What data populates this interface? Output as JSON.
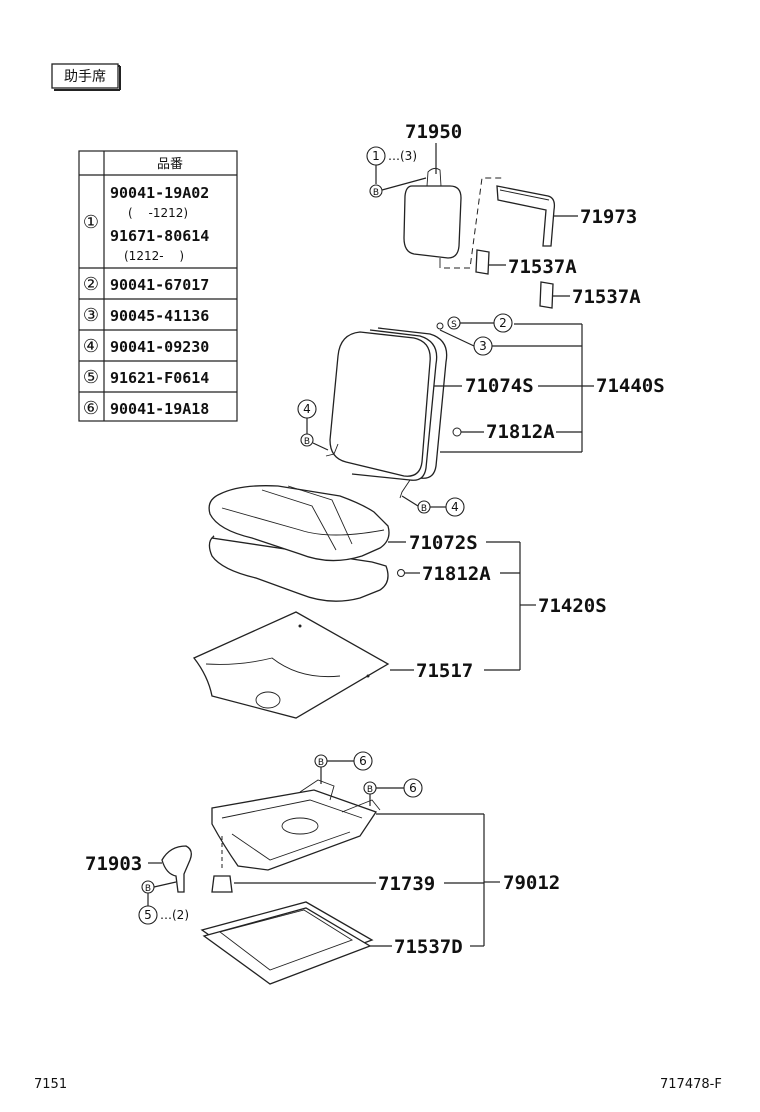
{
  "header": {
    "position_label": "助手席"
  },
  "table": {
    "header": "品番",
    "rows": [
      {
        "key": "①",
        "lines": [
          "90041-19A02",
          "(　 -1212)",
          "91671-80614",
          "(1212-　 )"
        ]
      },
      {
        "key": "②",
        "lines": [
          "90041-67017"
        ]
      },
      {
        "key": "③",
        "lines": [
          "90045-41136"
        ]
      },
      {
        "key": "④",
        "lines": [
          "90041-09230"
        ]
      },
      {
        "key": "⑤",
        "lines": [
          "91621-F0614"
        ]
      },
      {
        "key": "⑥",
        "lines": [
          "90041-19A18"
        ]
      }
    ]
  },
  "callouts": {
    "p71950": "71950",
    "p71973": "71973",
    "p71537A_1": "71537A",
    "p71537A_2": "71537A",
    "p71074S": "71074S",
    "p71440S": "71440S",
    "p71812A_1": "71812A",
    "p71072S": "71072S",
    "p71812A_2": "71812A",
    "p71420S": "71420S",
    "p71517": "71517",
    "p71903": "71903",
    "p71739": "71739",
    "p79012": "79012",
    "p71537D": "71537D"
  },
  "markers": {
    "m1": "1",
    "m1_qty": "…(3)",
    "m2": "2",
    "m3": "3",
    "m4a": "4",
    "m4b": "4",
    "m5": "5",
    "m5_qty": "…(2)",
    "m6a": "6",
    "m6b": "6",
    "b": "B",
    "s": "S"
  },
  "footer": {
    "left_code": "7151",
    "right_code": "717478-F"
  }
}
